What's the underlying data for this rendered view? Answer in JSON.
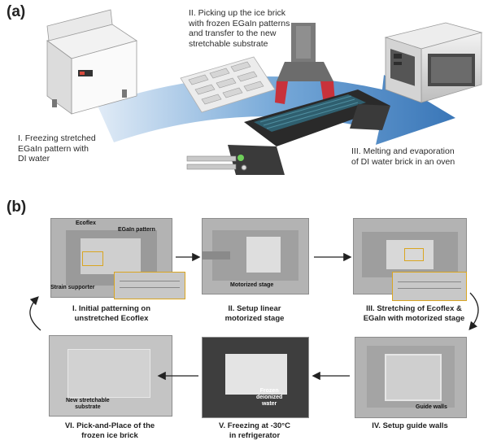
{
  "panel_a": {
    "label": "(a)",
    "step_1": [
      "I. Freezing stretched",
      "EGaIn pattern with",
      "DI water"
    ],
    "step_2": [
      "II. Picking up the ice brick",
      "with frozen EGaIn patterns",
      "and transfer to the new",
      "stretchable substrate"
    ],
    "step_3": [
      "III. Melting and evaporation",
      "of DI water brick in an oven"
    ]
  },
  "panel_b": {
    "label": "(b)",
    "photo_1": {
      "caption": [
        "I. Initial patterning on",
        "unstretched Ecoflex"
      ],
      "ecoflex": "Ecoflex",
      "egain_pattern": "EGaIn pattern",
      "strain_supporter": "Strain supporter"
    },
    "photo_2": {
      "caption": [
        "II. Setup linear",
        "motorized stage"
      ],
      "motorized_stage": "Motorized stage"
    },
    "photo_3": {
      "caption": [
        "III. Stretching of  Ecoflex &",
        "EGaIn with motorized stage"
      ]
    },
    "photo_4": {
      "caption": [
        "IV. Setup  guide walls"
      ],
      "guide_walls": "Guide walls"
    },
    "photo_5": {
      "caption": [
        "V. Freezing at -30°C",
        "in refrigerator"
      ],
      "frozen_water": [
        "Frozen",
        "deionized",
        "water"
      ]
    },
    "photo_6": {
      "caption": [
        "VI. Pick-and-Place of the",
        "frozen ice brick"
      ],
      "new_substrate": [
        "New stretchable",
        "substrate"
      ]
    }
  },
  "colors": {
    "flow_arrow": "#3f86c6",
    "highlight_box": "#d9a521",
    "gripper_red": "#c8323b",
    "photo_gray": "#b3b3b3"
  }
}
